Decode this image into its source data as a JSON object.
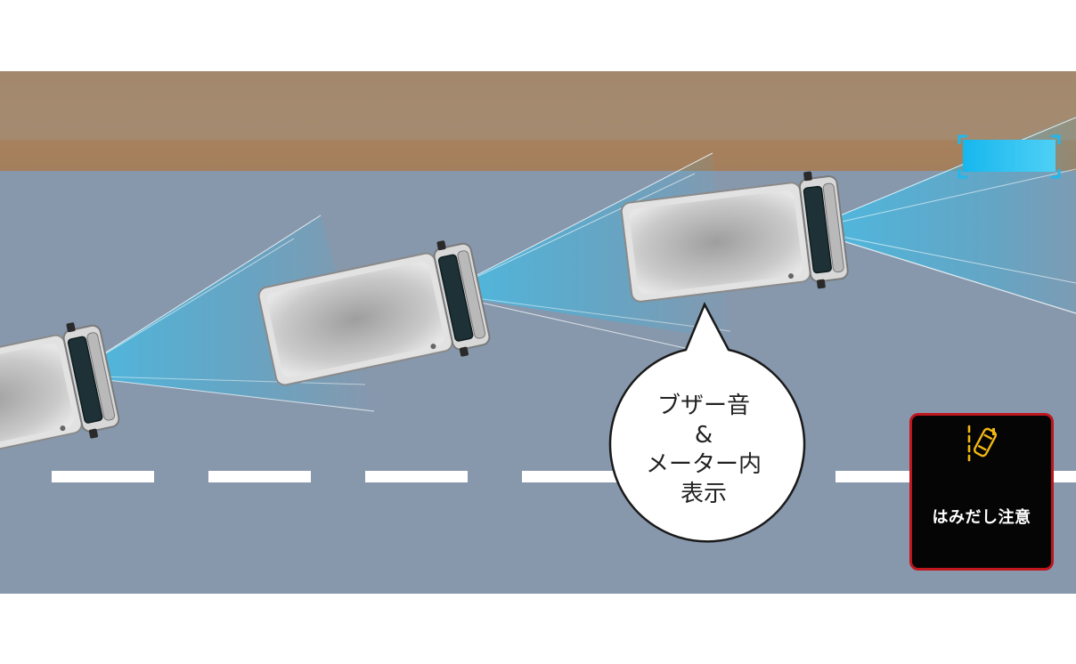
{
  "bubble": {
    "line1": "ブザー音",
    "line2": "&",
    "line3": "メーター内",
    "line4": "表示"
  },
  "meter_display": {
    "label": "はみだし注意",
    "icon": "lane-departure-warning-icon",
    "icon_color": "#f2b713",
    "border_color": "#c0161e"
  },
  "colors": {
    "road": "#8798ad",
    "roadside": "#a38b70",
    "lane_marking": "#ffffff",
    "camera_beam": "#34b9e6",
    "vehicle_body": "#d6d6d6"
  },
  "icons": [
    "vehicle-icon",
    "roadside-object-icon",
    "speech-bubble-icon",
    "lane-departure-warning-icon"
  ]
}
